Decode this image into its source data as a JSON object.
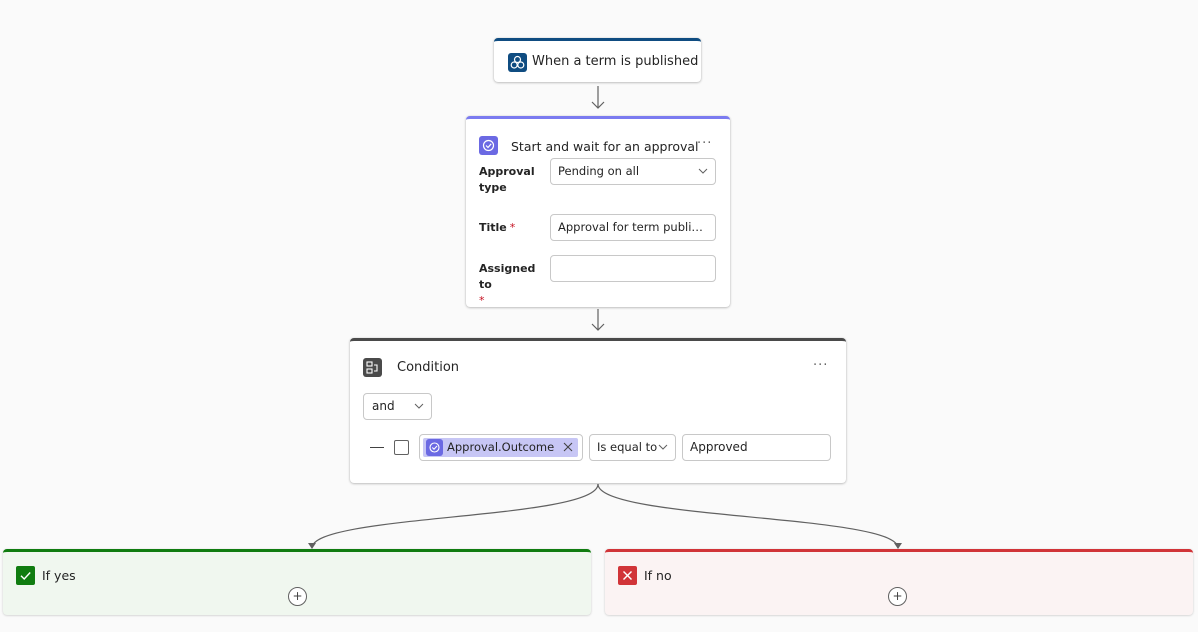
{
  "trigger": {
    "title": "When a term is published",
    "icon": "hierarchy-network-icon",
    "accent": "#0f4c81"
  },
  "approval": {
    "title": "Start and wait for an approval",
    "more_label": "···",
    "icon": "approval-icon",
    "accent": "#7b7bf0",
    "fields": {
      "approval_type_label": "Approval type",
      "approval_type_value": "Pending on all",
      "title_label": "Title",
      "title_value": "Approval for term publish r...",
      "assigned_to_label": "Assigned to",
      "assigned_to_value": "",
      "required_mark": "*"
    }
  },
  "condition": {
    "title": "Condition",
    "more_label": "···",
    "icon": "condition-icon",
    "accent": "#4a4a4a",
    "group_operator": "and",
    "rule": {
      "operand": "Approval.Outcome",
      "operator": "Is equal to",
      "value": "Approved"
    }
  },
  "branches": {
    "yes": {
      "label": "If yes",
      "accent": "#107c10",
      "add_label": "+"
    },
    "no": {
      "label": "If no",
      "accent": "#d13438",
      "add_label": "+"
    }
  }
}
